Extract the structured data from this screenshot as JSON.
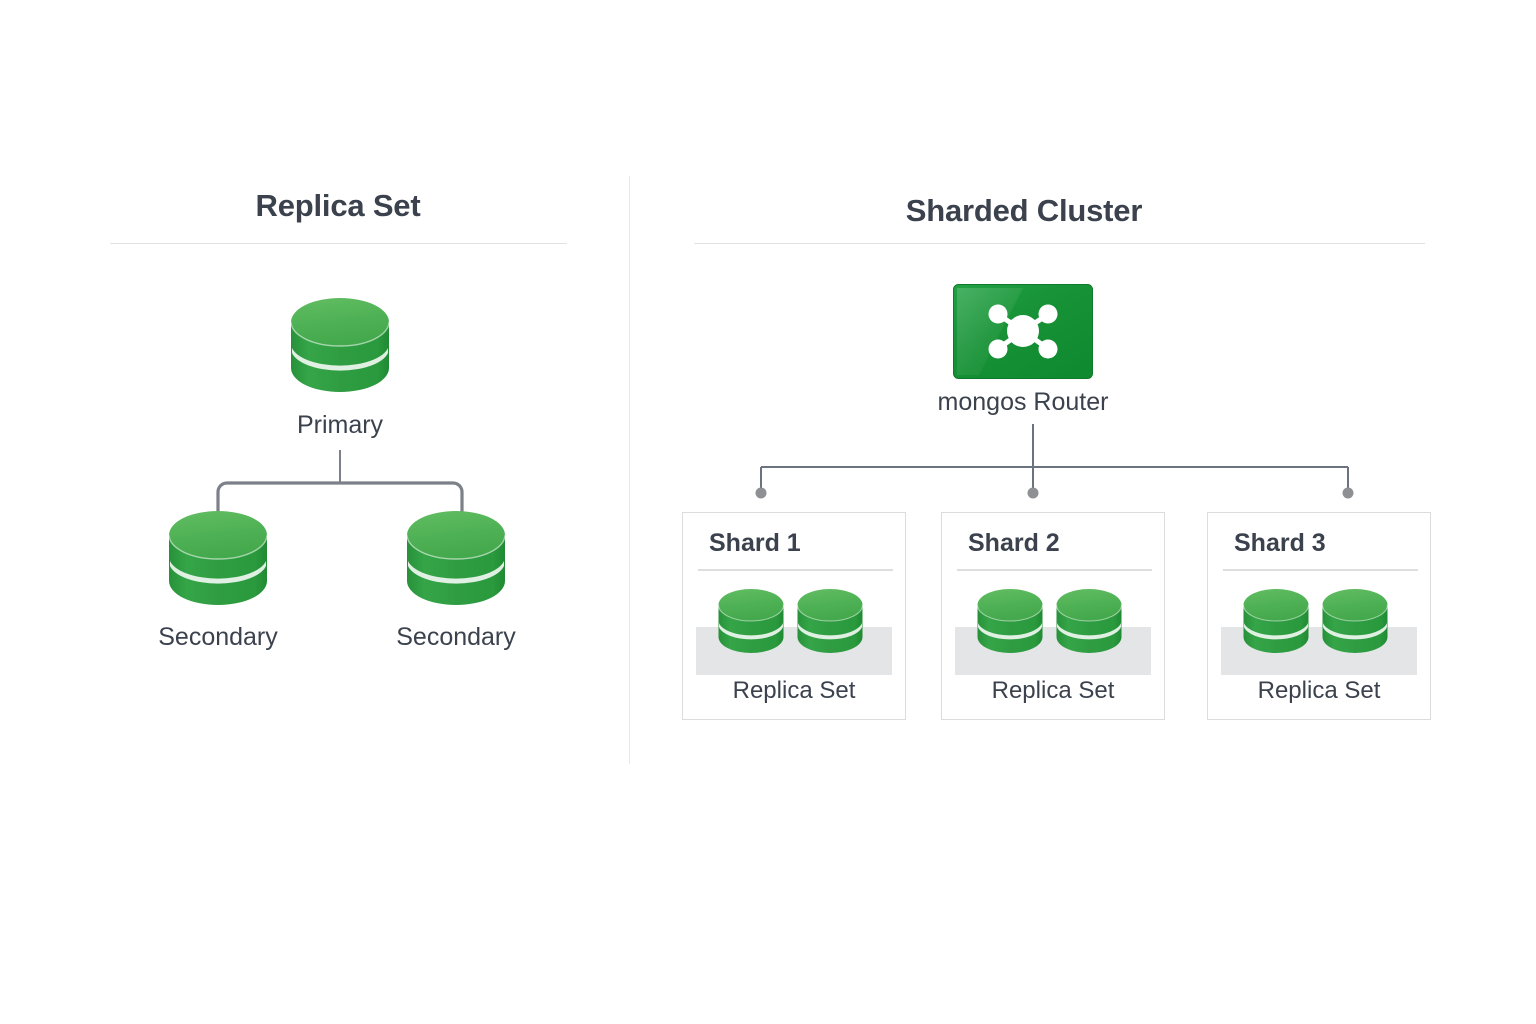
{
  "diagram": {
    "background_color": "#ffffff",
    "text_color": "#3b424d",
    "rule_color": "#e2e2e2",
    "connector_color": "#6b7280",
    "dot_color": "#8e9094",
    "cylinder_green_top": "#4cb050",
    "cylinder_green_body": "#2e9b40",
    "router_green": "#1f9d3c"
  },
  "left_panel": {
    "title": "Replica Set",
    "primary": {
      "label": "Primary",
      "icon": "database-cylinder-icon"
    },
    "secondaries": [
      {
        "label": "Secondary",
        "icon": "database-cylinder-icon"
      },
      {
        "label": "Secondary",
        "icon": "database-cylinder-icon"
      }
    ]
  },
  "right_panel": {
    "title": "Sharded Cluster",
    "router": {
      "label": "mongos Router",
      "icon": "network-hub-icon"
    },
    "shards": [
      {
        "title": "Shard 1",
        "caption": "Replica Set",
        "node_count": 2
      },
      {
        "title": "Shard 2",
        "caption": "Replica Set",
        "node_count": 2
      },
      {
        "title": "Shard 3",
        "caption": "Replica Set",
        "node_count": 2
      }
    ]
  }
}
